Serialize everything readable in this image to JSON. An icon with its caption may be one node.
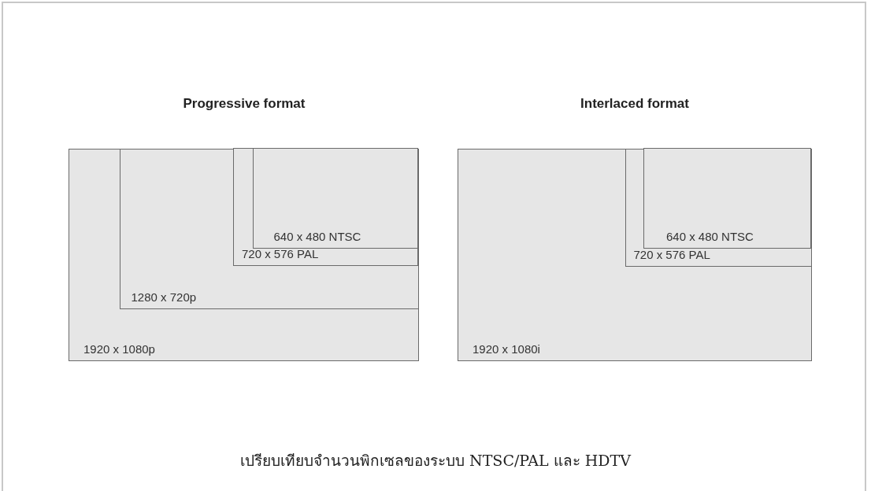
{
  "diagram": {
    "caption": "เปรียบเทียบจำนวนพิกเซลของระบบ NTSC/PAL และ HDTV",
    "nodes": [
      {
        "text": [
          "1920 x 1080p"
        ]
      },
      {
        "text": [
          "1280 x 720p"
        ],
        "in": 0
      },
      {
        "text": [
          "720 x 576 PAL"
        ],
        "in": 1
      },
      {
        "text": [
          "640 x 480 NTSC"
        ],
        "in": 2
      },
      {
        "text": [
          "1920 x 1080i"
        ]
      },
      {
        "text": [
          "720 x 576 PAL"
        ],
        "in": 4
      },
      {
        "text": [
          "640 x 480 NTSC"
        ],
        "in": 5
      }
    ],
    "edges": [],
    "labels": [
      "Progressive format",
      "Interlaced format"
    ]
  }
}
